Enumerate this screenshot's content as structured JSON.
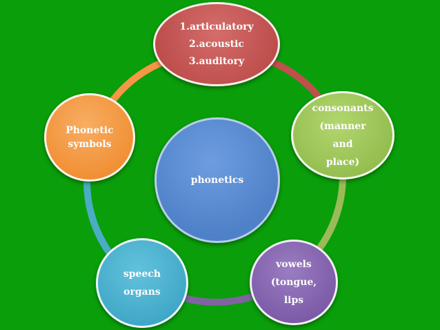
{
  "diagram": {
    "center": {
      "label": "phonetics",
      "color": "#4f81c8"
    },
    "ring_color_note": "",
    "nodes": [
      {
        "id": "top",
        "color": "#bd4e4c",
        "lines": [
          "1.articulatory",
          "2.acoustic",
          "3.auditory"
        ]
      },
      {
        "id": "right",
        "color": "#93bd4e",
        "lines": [
          "consonants",
          "(manner",
          "and",
          "place)"
        ]
      },
      {
        "id": "bottom-right",
        "color": "#7c5aa6",
        "lines": [
          "vowels",
          "(tongue,",
          "lips"
        ]
      },
      {
        "id": "bottom-left",
        "color": "#3fa7c6",
        "lines": [
          "speech",
          "organs"
        ]
      },
      {
        "id": "left",
        "color": "#f08f34",
        "lines": [
          "Phonetic",
          "symbols"
        ]
      }
    ],
    "ring_segment_colors": [
      "#c0504d",
      "#9bbb59",
      "#8064a2",
      "#4bacc6",
      "#f79646"
    ],
    "background": "#0a9e0a"
  }
}
